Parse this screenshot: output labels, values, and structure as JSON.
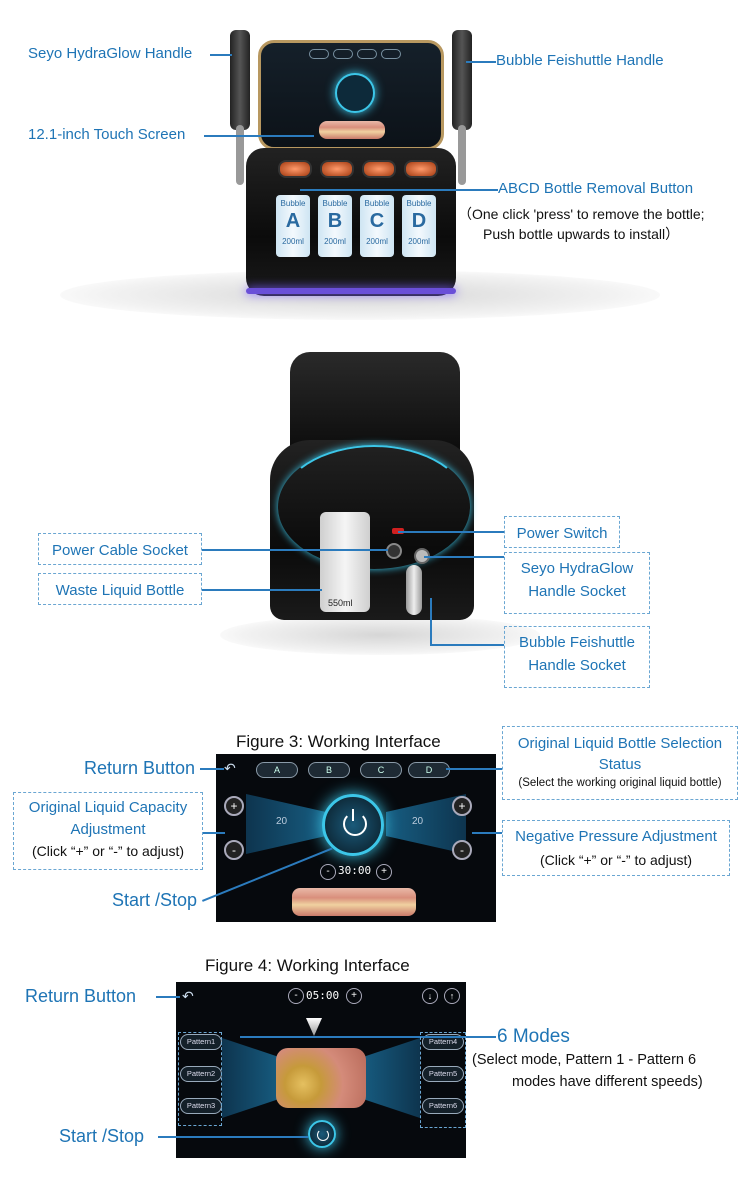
{
  "fig1": {
    "labels": {
      "hydraglow_handle": "Seyo HydraGlow Handle",
      "bubble_handle": "Bubble Feishuttle Handle",
      "touch_screen": "12.1-inch Touch Screen",
      "removal_button": "ABCD Bottle Removal Button",
      "removal_note_1": "（One click 'press' to remove the bottle;",
      "removal_note_2": "Push bottle upwards to install）"
    },
    "bottles": [
      {
        "letter": "A",
        "tag": "Bubble",
        "volume": "200ml"
      },
      {
        "letter": "B",
        "tag": "Bubble",
        "volume": "200ml"
      },
      {
        "letter": "C",
        "tag": "Bubble",
        "volume": "200ml"
      },
      {
        "letter": "D",
        "tag": "Bubble",
        "volume": "200ml"
      }
    ]
  },
  "fig2": {
    "labels": {
      "power_cable_socket": "Power Cable Socket",
      "waste_liquid_bottle": "Waste Liquid Bottle",
      "power_switch": "Power Switch",
      "hydraglow_socket_1": "Seyo HydraGlow",
      "hydraglow_socket_2": "Handle Socket",
      "bubble_socket_1": "Bubble Feishuttle",
      "bubble_socket_2": "Handle Socket"
    },
    "waste_volume": "550ml"
  },
  "fig3": {
    "title": "Figure 3: Working Interface",
    "return_button": "Return Button",
    "bottle_status_1": "Original Liquid Bottle Selection",
    "bottle_status_2": "Status",
    "bottle_status_note": "(Select the working original liquid bottle)",
    "capacity_1": "Original Liquid Capacity",
    "capacity_2": "Adjustment",
    "capacity_note": "(Click “+” or “-” to adjust)",
    "pressure_1": "Negative Pressure Adjustment",
    "pressure_note": "(Click “+” or “-” to adjust)",
    "start_stop": "Start /Stop",
    "tabs": [
      "A",
      "B",
      "C",
      "D"
    ],
    "left_value": "20",
    "right_value": "20",
    "timer": "30:00"
  },
  "fig4": {
    "title": "Figure 4: Working Interface",
    "return_button": "Return Button",
    "modes_title": "6 Modes",
    "modes_note_1": "(Select mode, Pattern 1 - Pattern 6",
    "modes_note_2": "modes have different speeds)",
    "start_stop": "Start /Stop",
    "timer": "05:00",
    "patterns_left": [
      "Pattern1",
      "Pattern2",
      "Pattern3"
    ],
    "patterns_right": [
      "Pattern4",
      "Pattern5",
      "Pattern6"
    ]
  },
  "colors": {
    "accent": "#1e74b5",
    "glow": "#3cc6e8",
    "dark": "#06090d"
  }
}
